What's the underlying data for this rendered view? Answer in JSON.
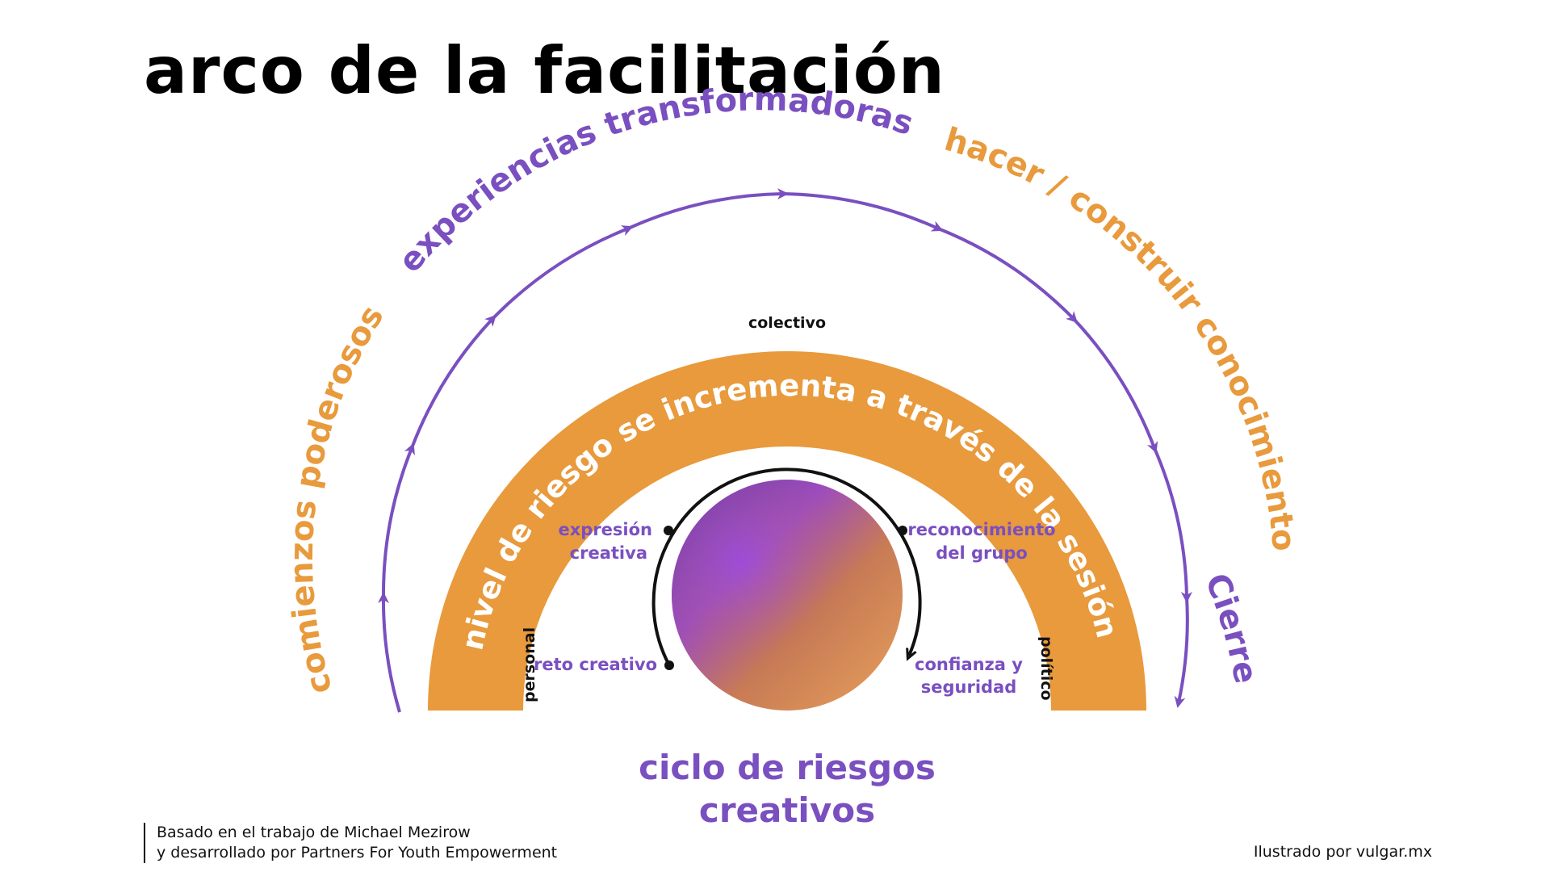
{
  "title": "arco de la facilitación",
  "outer_arc": {
    "comienzos": "comienzos poderosos",
    "experiencias": "experiencias transformadoras",
    "hacer": "hacer / construir conocimiento",
    "cierre": "Cierre"
  },
  "band": {
    "label": "nivel de riesgo se incrementa a través de la sesión",
    "personal": "personal",
    "colectivo": "colectivo",
    "politico": "político"
  },
  "cycle": {
    "expresion_1": "expresión",
    "expresion_2": "creativa",
    "reconocimiento_1": "reconocimiento",
    "reconocimiento_2": "del grupo",
    "reto": "reto creativo",
    "confianza_1": "confianza y",
    "confianza_2": "seguridad",
    "title_1": "ciclo de riesgos",
    "title_2": "creativos"
  },
  "footer": {
    "basado_1": "Basado en el trabajo de Michael Mezirow",
    "basado_2": "y desarrollado por Partners For Youth Empowerment",
    "ilustrado": "Ilustrado por vulgar.mx"
  },
  "colors": {
    "orange": "#E89A3C",
    "purple": "#7A4FC0",
    "black": "#111111",
    "white": "#FFFFFF"
  }
}
